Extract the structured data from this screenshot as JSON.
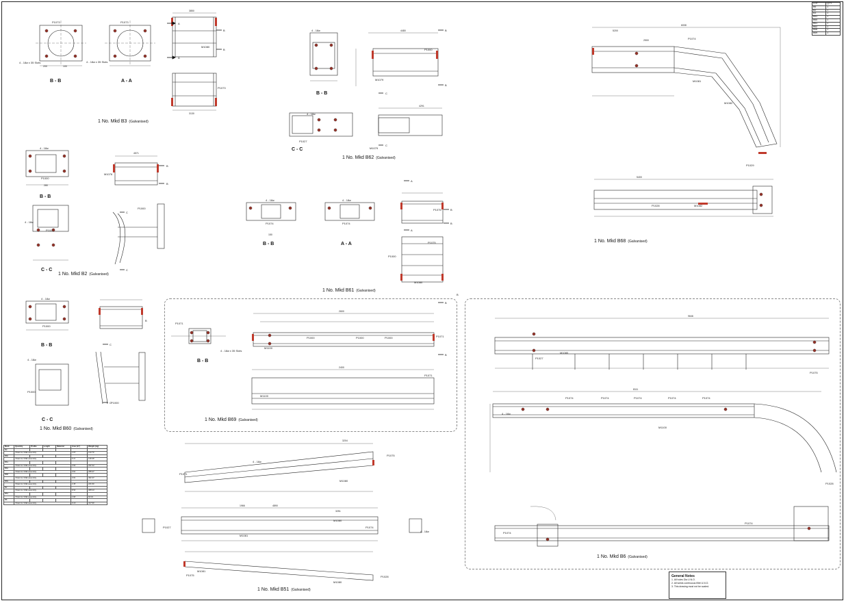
{
  "drawing": {
    "lot_table": {
      "headers": [
        "LOT",
        "QTY"
      ],
      "rows": [
        [
          "B6",
          "1"
        ],
        [
          "B2",
          "1"
        ],
        [
          "B3",
          "1"
        ],
        [
          "B51",
          "1"
        ],
        [
          "B60",
          "1"
        ],
        [
          "B61",
          "1"
        ],
        [
          "B62",
          "1"
        ],
        [
          "B68",
          "1"
        ],
        [
          "B69",
          "1"
        ]
      ]
    },
    "captions": {
      "b3": {
        "main": "1 No. Mkd B3",
        "sub": "(Galvanised)"
      },
      "b62": {
        "main": "1 No. Mkd B62",
        "sub": "(Galvanised)"
      },
      "b2": {
        "main": "1 No. Mkd B2",
        "sub": "(Galvanised)"
      },
      "b61": {
        "main": "1 No. Mkd B61",
        "sub": "(Galvanised)"
      },
      "b68": {
        "main": "1 No. Mkd B68",
        "sub": "(Galvanised)"
      },
      "b60": {
        "main": "1 No. Mkd B60",
        "sub": "(Galvanised)"
      },
      "b69": {
        "main": "1 No. Mkd B69",
        "sub": "(Galvanised)"
      },
      "b6": {
        "main": "1 No. Mkd B6",
        "sub": "(Galvanised)"
      },
      "b51": {
        "main": "1 No. Mkd B51",
        "sub": "(Galvanised)"
      }
    },
    "sections": {
      "bb": "B - B",
      "aa": "A - A",
      "cc": "C - C"
    },
    "markers": {
      "a": "A",
      "b": "B",
      "c": "C"
    },
    "dims": {
      "d3850": "3850",
      "d3130": "3130",
      "d4480": "4480",
      "d4291": "4291",
      "d4571": "4571",
      "d6008": "6008",
      "d5200": "5200",
      "d2500": "2500",
      "d5400": "5400",
      "d2600": "2600",
      "d2400": "2400",
      "d3204": "3204",
      "d4890": "4890",
      "d1966": "1966",
      "d3251": "3251",
      "d9646": "9646",
      "d8111": "8111",
      "d200": "200",
      "d280": "280",
      "d100": "100",
      "d150": "150"
    },
    "parts": {
      "p1000": "P1000",
      "p1027": "P1027",
      "p1073": "P1073",
      "p1074": "P1074",
      "p1071": "P1071",
      "p1029": "P1029",
      "p1075": "P1075",
      "p1028": "P1028",
      "m1076": "M1076",
      "m1079": "M1079",
      "m1080": "M1080",
      "m1081": "M1081",
      "m1082": "M1082",
      "m1100": "M1100"
    },
    "holes": {
      "h4": "4 - 18ø",
      "h4s": "4 - 18ø x 35 Slots"
    },
    "notes": {
      "title": "General Notes",
      "items": [
        "1. All holes Dia U.N.O.",
        "2. All welds continuous fillet U.N.O.",
        "3. This drawing must not be scaled."
      ]
    },
    "material_table": {
      "headers": [
        "Mark",
        "Quantity",
        "Profile",
        "Length",
        "Material",
        "Area (m²)",
        "Weight (kg)"
      ],
      "groups": [
        {
          "mark": "B3",
          "total_label": "Totals for ONE assembly",
          "total_area": "1.67",
          "total_weight": "113.70"
        },
        {
          "mark": "B60",
          "total_label": "Totals for ONE assembly",
          "total_area": "4.11",
          "total_weight": "126.48"
        },
        {
          "mark": "B61",
          "total_label": "Totals for ONE assembly",
          "total_area": "2.63",
          "total_weight": "202.34"
        },
        {
          "mark": "B62",
          "total_label": "Totals for ONE assembly",
          "total_area": "3.61",
          "total_weight": "288.47"
        },
        {
          "mark": "B68",
          "total_label": "Totals for ONE assembly",
          "total_area": "3.01",
          "total_weight": "302.37"
        },
        {
          "mark": "B69",
          "total_label": "Totals for ONE assembly",
          "total_area": "2.45",
          "total_weight": "181.60"
        },
        {
          "mark": "B2",
          "total_label": "Totals for ONE assembly",
          "total_area": "6.52",
          "total_weight": "308.23"
        },
        {
          "mark": "B51",
          "total_label": "Totals for ONE assembly",
          "total_area": "1.60",
          "total_weight": "63.01"
        },
        {
          "mark": "B6",
          "total_label": "Totals for ONE assembly",
          "total_area": "3.13",
          "total_weight": "317.60"
        }
      ]
    }
  }
}
